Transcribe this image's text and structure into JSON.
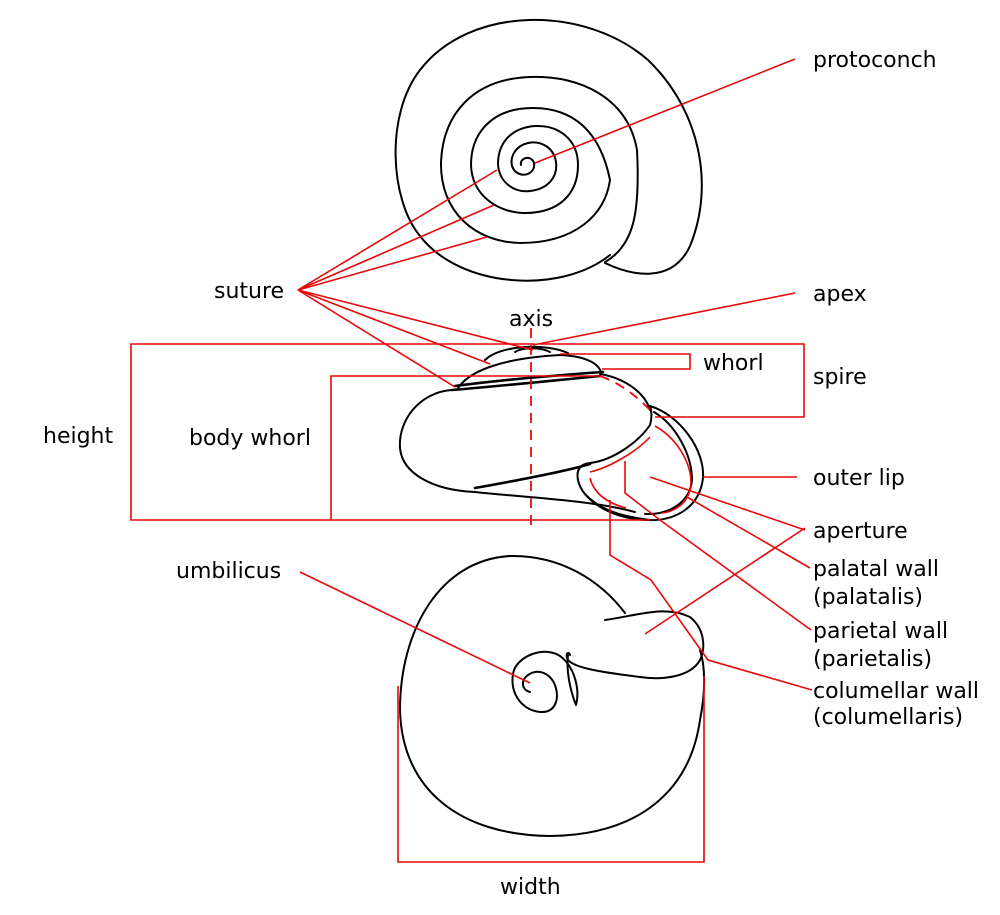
{
  "colors": {
    "leader": "#e8090a",
    "outline": "#000000",
    "background": "#ffffff"
  },
  "labels": {
    "protoconch": "protoconch",
    "suture": "suture",
    "apex": "apex",
    "axis": "axis",
    "whorl": "whorl",
    "spire": "spire",
    "height": "height",
    "body_whorl": "body whorl",
    "outer_lip": "outer lip",
    "aperture": "aperture",
    "umbilicus": "umbilicus",
    "palatal_wall": [
      "palatal wall",
      "(palatalis)"
    ],
    "parietal_wall": [
      "parietal wall",
      "(parietalis)"
    ],
    "columellar_wall": [
      "columellar wall",
      "(columellaris)"
    ],
    "width": "width"
  }
}
